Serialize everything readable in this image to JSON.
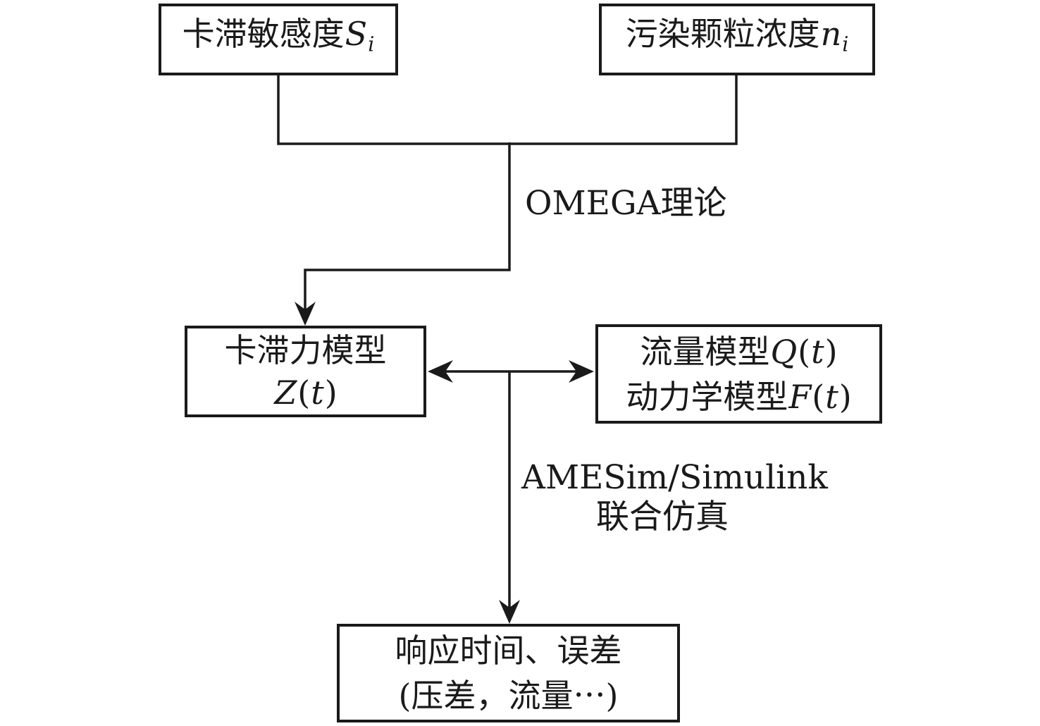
{
  "diagram": {
    "boxes": {
      "stick_sensitivity": {
        "label": "卡滞敏感度",
        "var": "S",
        "sub": "i"
      },
      "particle_concentration": {
        "label": "污染颗粒浓度",
        "var": "n",
        "sub": "i"
      },
      "stick_force_model": {
        "line1": "卡滞力模型",
        "line2": {
          "var": "Z",
          "open": "(",
          "t": "t",
          "close": ")"
        }
      },
      "flow_dynamics_model": {
        "line1": {
          "pre": "流量模型",
          "var": "Q",
          "open": "(",
          "t": "t",
          "close": ")"
        },
        "line2": {
          "pre": "动力学模型",
          "var": "F",
          "open": "(",
          "t": "t",
          "close": ")"
        }
      },
      "output": {
        "line1": "响应时间、误差",
        "line2": "(压差，流量⋯)"
      }
    },
    "labels": {
      "omega_theory": "OMEGA理论",
      "cosim_line1": "AMESim/Simulink",
      "cosim_line2": "联合仿真"
    },
    "colors": {
      "line": "#1a1a1a",
      "text": "#1a1a1a",
      "background": "#ffffff"
    }
  }
}
